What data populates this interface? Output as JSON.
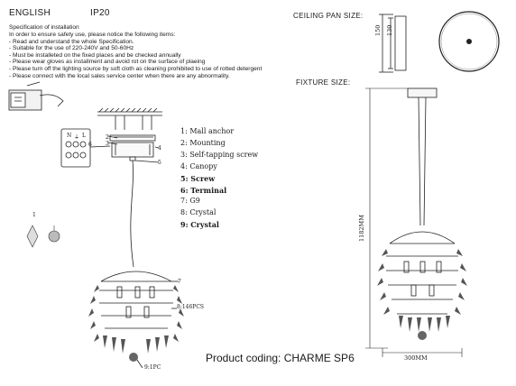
{
  "header": {
    "language": "ENGLISH",
    "ip_rating": "IP20"
  },
  "spec": {
    "title": "Specification of installation",
    "items": [
      "In order to ensure safety use, please notice the following items:",
      "- Read and understand the whole Specification.",
      "- Suitable for the use of 220-240V and 50-60Hz",
      "- Must be installeted on the fixed places and be checked annually",
      "- Please wear gloves as installment and avoid rot on the surface of plaeing",
      "- Please turn off the lighting source by soft cloth as cleaning prohibited to use of rotted detergent",
      "- Please connect with the local sales service center when there are any abnormality."
    ]
  },
  "terminal_letters": [
    "N",
    "⏚",
    "L"
  ],
  "legend": [
    {
      "text": "1: Mall anchor",
      "bold": false
    },
    {
      "text": "2: Mounting",
      "bold": false
    },
    {
      "text": "3: Self-tapping screw",
      "bold": false
    },
    {
      "text": "4: Canopy",
      "bold": false
    },
    {
      "text": "5: Screw",
      "bold": true
    },
    {
      "text": "6: Terminal",
      "bold": true
    },
    {
      "text": "7: G9",
      "bold": false
    },
    {
      "text": "8: Crystal",
      "bold": false
    },
    {
      "text": "9: Crystal",
      "bold": true
    }
  ],
  "callouts": {
    "n1": "1",
    "n2": "2",
    "n3": "3",
    "n4": "4",
    "n5": "5",
    "n6": "6",
    "n7": "7",
    "crystal_8": "8:146PCS",
    "crystal_9": "9:1PC"
  },
  "ceiling_pan": {
    "label": "CEILING PAN  SIZE:",
    "dim_150": "150",
    "dim_130": "130"
  },
  "fixture": {
    "label": "FIXTURE SIZE:",
    "height": "1182MM",
    "width": "300MM"
  },
  "product": {
    "coding": "Product coding: CHARME SP6"
  }
}
